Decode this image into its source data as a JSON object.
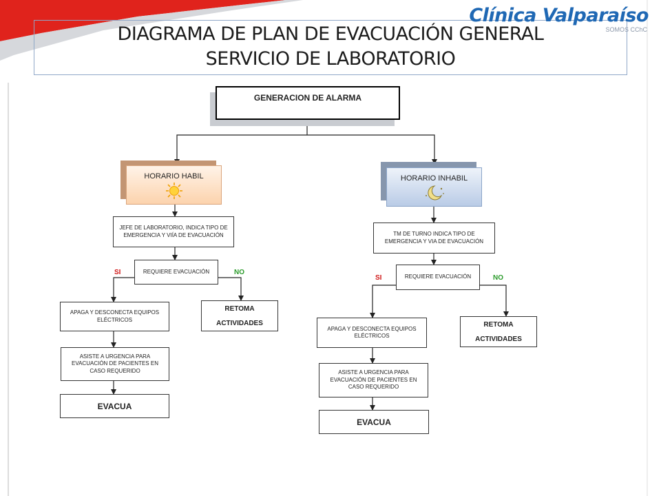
{
  "title": {
    "line1": "DIAGRAMA DE PLAN DE EVACUACIÓN GENERAL",
    "line2": "SERVICIO DE LABORATORIO"
  },
  "logo": {
    "name": "Clínica Valparaíso",
    "tagline": "SOMOS CChC",
    "color": "#1f68b4"
  },
  "colors": {
    "accent_red": "#e0231c",
    "si": "#d01818",
    "no": "#2a9a2a",
    "habil_fill": "#fdd9b8",
    "inhabil_fill": "#c7d6ec"
  },
  "flow": {
    "alarm": "GENERACION DE ALARMA",
    "habil": {
      "header": "HORARIO HABIL",
      "icon": "sun-icon",
      "step1": "JEFE DE LABORATORIO, INDICA TIPO DE EMERGENCIA Y VIÍA DE EVACUACIÓN",
      "decision": "REQUIERE EVACUACIÓN",
      "si_label": "SI",
      "no_label": "NO",
      "si_step1": "APAGA Y DESCONECTA EQUIPOS ELÉCTRICOS",
      "si_step2": "ASISTE A URGENCIA PARA EVACUACIÓN DE PACIENTES EN CASO REQUERIDO",
      "si_step3": "EVACUA",
      "no_step": "RETOMA ACTIVIDADES"
    },
    "inhabil": {
      "header": "HORARIO INHABIL",
      "icon": "moon-icon",
      "step1": "TM DE TURNO INDICA TIPO DE EMERGENCIA Y VIA DE EVACUACIÓN",
      "decision": "REQUIERE EVACUACIÓN",
      "si_label": "SI",
      "no_label": "NO",
      "si_step1": "APAGA Y DESCONECTA EQUIPOS ELÉCTRICOS",
      "si_step2": "ASISTE A URGENCIA PARA EVACUACIÓN DE PACIENTES EN CASO REQUERIDO",
      "si_step3": "EVACUA",
      "no_step": "RETOMA ACTIVIDADES"
    }
  }
}
